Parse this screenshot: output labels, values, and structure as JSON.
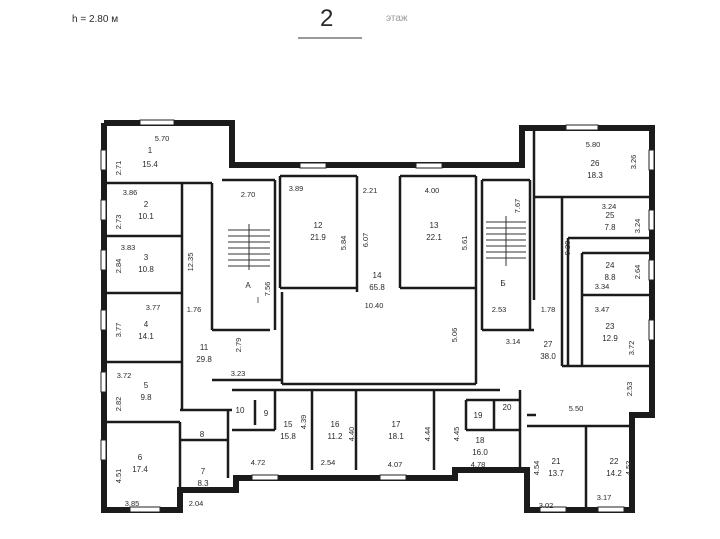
{
  "header": {
    "height_label": "h = 2.80 м",
    "floor_number": "2",
    "floor_suffix": "этаж"
  },
  "rooms": [
    {
      "num": "1",
      "area": "15.4"
    },
    {
      "num": "2",
      "area": "10.1"
    },
    {
      "num": "3",
      "area": "10.8"
    },
    {
      "num": "4",
      "area": "14.1"
    },
    {
      "num": "5",
      "area": "9.8"
    },
    {
      "num": "6",
      "area": "17.4"
    },
    {
      "num": "7",
      "area": "8.3"
    },
    {
      "num": "8",
      "area": ""
    },
    {
      "num": "9",
      "area": ""
    },
    {
      "num": "10",
      "area": ""
    },
    {
      "num": "11",
      "area": "29.8"
    },
    {
      "num": "12",
      "area": "21.9"
    },
    {
      "num": "13",
      "area": "22.1"
    },
    {
      "num": "14",
      "area": "65.8"
    },
    {
      "num": "15",
      "area": "15.8"
    },
    {
      "num": "16",
      "area": "11.2"
    },
    {
      "num": "17",
      "area": "18.1"
    },
    {
      "num": "18",
      "area": "16.0"
    },
    {
      "num": "19",
      "area": ""
    },
    {
      "num": "20",
      "area": ""
    },
    {
      "num": "21",
      "area": "13.7"
    },
    {
      "num": "22",
      "area": "14.2"
    },
    {
      "num": "23",
      "area": "12.9"
    },
    {
      "num": "24",
      "area": "8.8"
    },
    {
      "num": "25",
      "area": "7.8"
    },
    {
      "num": "26",
      "area": "18.3"
    },
    {
      "num": "27",
      "area": "38.0"
    }
  ],
  "stair_labels": [
    "А",
    "Б",
    "I"
  ],
  "dimensions": [
    "5.70",
    "2.71",
    "3.86",
    "2.73",
    "3.83",
    "2.84",
    "3.77",
    "3.77",
    "3.72",
    "2.82",
    "4.51",
    "3.85",
    "2.04",
    "12.35",
    "1.76",
    "2.79",
    "3.23",
    "2.70",
    "7.56",
    "3.89",
    "5.84",
    "2.21",
    "6.07",
    "4.00",
    "5.61",
    "7.67",
    "10.40",
    "5.06",
    "2.53",
    "3.14",
    "1.78",
    "4.39",
    "4.40",
    "4.44",
    "4.45",
    "4.72",
    "2.54",
    "4.07",
    "4.78",
    "5.80",
    "3.26",
    "3.24",
    "3.24",
    "9.28",
    "2.64",
    "3.34",
    "3.47",
    "3.72",
    "2.53",
    "5.50",
    "4.54",
    "4.52",
    "3.02",
    "3.17"
  ]
}
